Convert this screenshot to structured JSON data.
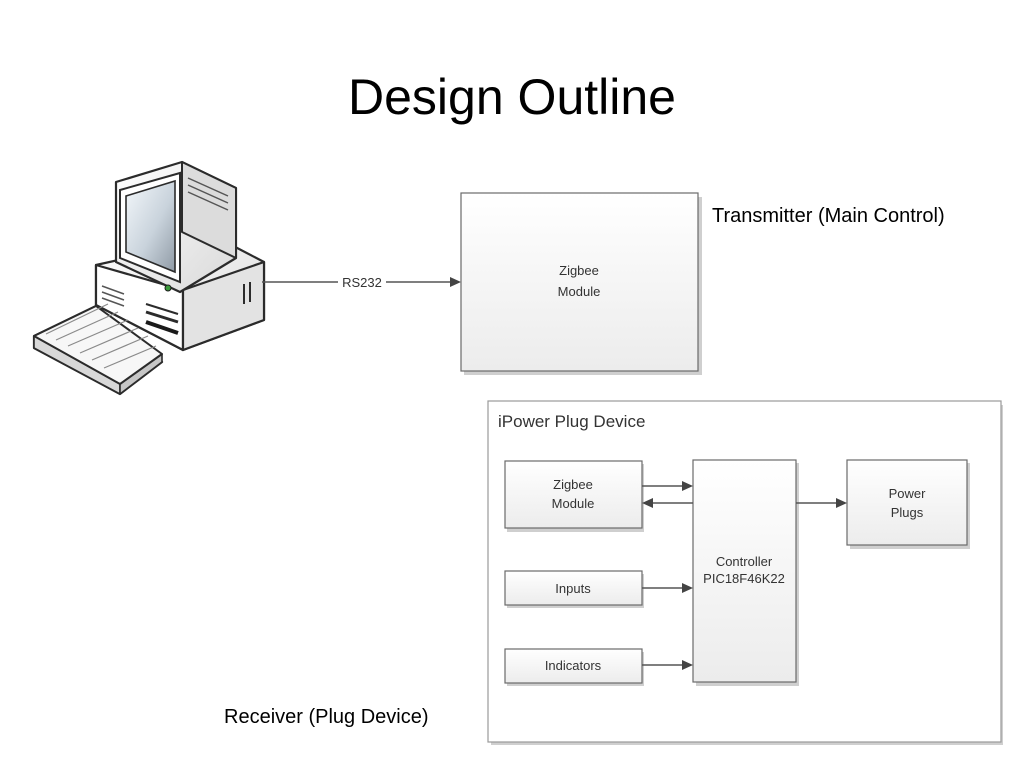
{
  "slide": {
    "title": "Design Outline"
  },
  "transmitter": {
    "caption": "Transmitter (Main Control)",
    "link_label": "RS232",
    "module_line1": "Zigbee",
    "module_line2": "Module"
  },
  "receiver": {
    "caption": "Receiver (Plug Device)",
    "group_title": "iPower Plug Device",
    "zigbee_line1": "Zigbee",
    "zigbee_line2": "Module",
    "inputs_label": "Inputs",
    "indicators_label": "Indicators",
    "controller_line1": "Controller",
    "controller_line2": "PIC18F46K22",
    "power_line1": "Power",
    "power_line2": "Plugs"
  },
  "icons": {
    "computer": "desktop-computer-icon",
    "keyboard": "keyboard-icon"
  },
  "colors": {
    "block_fill_top": "#ffffff",
    "block_fill_bottom": "#ececec",
    "block_stroke": "#6a6a6a",
    "connector": "#555555"
  }
}
